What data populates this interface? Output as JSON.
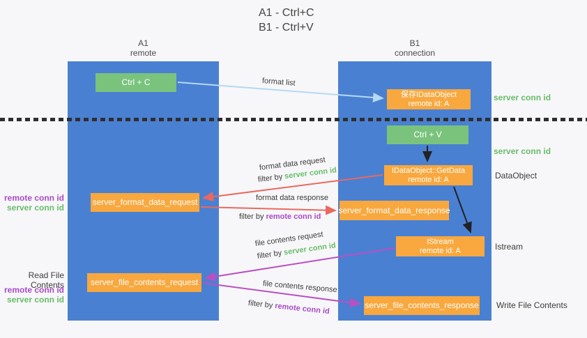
{
  "title": {
    "line1": "A1 - Ctrl+C",
    "line2": "B1 - Ctrl+V"
  },
  "columns": {
    "a": {
      "name": "A1",
      "role": "remote"
    },
    "b": {
      "name": "B1",
      "role": "connection"
    }
  },
  "nodes": {
    "ctrl_c": {
      "label": "Ctrl + C"
    },
    "ctrl_v": {
      "label": "Ctrl + V"
    },
    "save_dataobject": {
      "line1": "保存IDataObject",
      "line2": "remote id: A"
    },
    "getdata": {
      "line1": "IDataObject::GetData",
      "line2": "remote id: A"
    },
    "istream": {
      "line1": "IStream",
      "line2": "remote id: A"
    },
    "server_format_data_request": {
      "label": "server_format_data_request"
    },
    "server_format_data_response": {
      "label": "server_format_data_response"
    },
    "server_file_contents_request": {
      "label": "server_file_contents_request"
    },
    "server_file_contents_response": {
      "label": "server_file_contents_response"
    }
  },
  "flows": {
    "format_list": {
      "label": "format list"
    },
    "format_data_request": {
      "label": "format data request",
      "filter_prefix": "filter by",
      "filter_value": "server conn id"
    },
    "format_data_response": {
      "label": "format data response",
      "filter_prefix": "filter by",
      "filter_value": "remote conn id"
    },
    "file_contents_request": {
      "label": "file contents request",
      "filter_prefix": "filter by",
      "filter_value": "server conn id"
    },
    "file_contents_response": {
      "label": "file contents response",
      "filter_prefix": "filter by",
      "filter_value": "remote conn id"
    }
  },
  "side_labels": {
    "right_server_conn_id_top": "server conn id",
    "right_server_conn_id_mid": "server conn id",
    "right_dataobject": "DataObject",
    "right_istream": "Istream",
    "right_write_file_contents": "Write File Contents",
    "left_remote_conn_id_top": "remote conn id",
    "left_server_conn_id_top": "server conn id",
    "left_read_file_contents": "Read File Contents",
    "left_remote_conn_id_bottom": "remote conn id",
    "left_server_conn_id_bottom": "server conn id"
  },
  "colors": {
    "column_blue": "#4a80d2",
    "node_green": "#79c37d",
    "node_orange": "#f8a83e",
    "arrow_red": "#e9695f",
    "arrow_magenta": "#bb4fc2",
    "arrow_light_blue": "#b5d9f2",
    "arrow_black": "#222222",
    "text_green": "#68bd6a",
    "text_purple": "#a94bc5",
    "divider_dark": "#2e2e2e"
  }
}
